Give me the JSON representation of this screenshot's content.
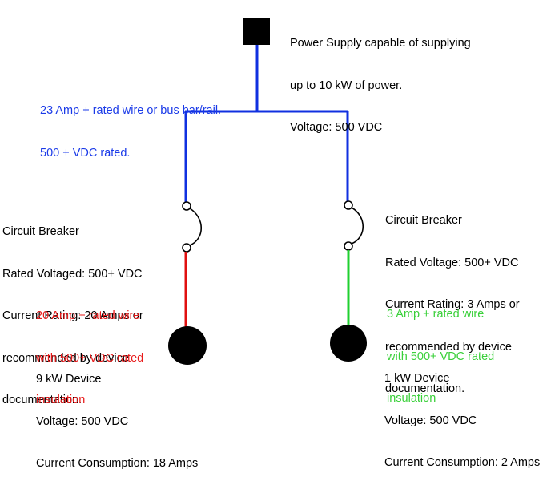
{
  "diagram": {
    "title": "DC power distribution wiring diagram",
    "colors": {
      "bus_wire": "#1030e0",
      "bus_label": "#1a3ae8",
      "left_branch_wire": "#e01010",
      "left_branch_label": "#e81a1a",
      "right_branch_wire": "#20d030",
      "right_branch_label": "#3ad03a",
      "text": "#000000",
      "symbol": "#000000"
    },
    "power_supply": {
      "symbol": "square-source-icon",
      "lines": [
        "Power Supply capable of supplying",
        "up to 10 kW of power.",
        "Voltage: 500 VDC"
      ]
    },
    "bus": {
      "lines": [
        "23 Amp + rated wire or bus bar/rail.",
        "500 + VDC rated."
      ]
    },
    "left_branch": {
      "breaker": {
        "lines": [
          "Circuit Breaker",
          "Rated Voltaged: 500+ VDC",
          "Current Rating: 20 Amps or",
          "recommended by device",
          "documentation."
        ]
      },
      "wire": {
        "lines": [
          "20 Amp + rated wire",
          "with 500+ VDC rated",
          "insulation"
        ]
      },
      "device": {
        "lines": [
          "9 kW Device",
          "Voltage: 500 VDC",
          "Current Consumption: 18 Amps"
        ]
      }
    },
    "right_branch": {
      "breaker": {
        "lines": [
          "Circuit Breaker",
          "Rated Voltage: 500+ VDC",
          "Current Rating: 3 Amps or",
          "recommended by device",
          "documentation."
        ]
      },
      "wire": {
        "lines": [
          "3 Amp + rated wire",
          "with 500+ VDC rated",
          "insulation"
        ]
      },
      "device": {
        "lines": [
          "1 kW Device",
          "Voltage: 500 VDC",
          "Current Consumption: 2 Amps"
        ]
      }
    }
  }
}
